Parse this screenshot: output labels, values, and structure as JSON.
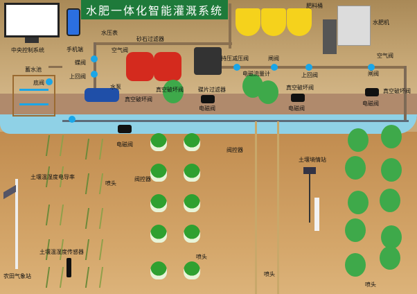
{
  "title": "水肥一体化智能灌溉系统",
  "labels": {
    "central": "中央控制系统",
    "phone": "手机端",
    "pressure_gauge": "水压表",
    "sand_filter": "砂石过滤器",
    "air_valve1": "空气阀",
    "butterfly_valve": "蝶阀",
    "reservoir": "蓄水池",
    "check_valve1": "上回阀",
    "foot_valve": "底阀",
    "pump": "水泵",
    "vacuum1": "真空破坏阀",
    "vacuum2": "真空破坏阀",
    "disc_filter": "碟片过滤器",
    "pressure_reducing": "持压减压阀",
    "flowmeter": "电磁流量计",
    "gate1": "闸阀",
    "check_valve2": "上回阀",
    "gate2": "闸阀",
    "air_valve2": "空气阀",
    "fert_bucket": "肥料桶",
    "fert_machine": "水肥机",
    "vacuum3": "真空破坏阀",
    "vacuum4": "真空破坏阀",
    "solenoid1": "电磁阀",
    "solenoid2": "电磁阀",
    "solenoid3": "电磁阀",
    "solenoid4": "电磁阀",
    "valve_ctrl1": "阀控器",
    "valve_ctrl2": "阀控器",
    "soil_ec": "土壤温湿度电导率",
    "soil_sensor": "土壤温湿度传感器",
    "weather": "农田气象站",
    "soil_station": "土壤墒情站",
    "nozzle1": "喷头",
    "nozzle2": "喷头",
    "nozzle3": "喷头",
    "nozzle4": "喷头"
  }
}
